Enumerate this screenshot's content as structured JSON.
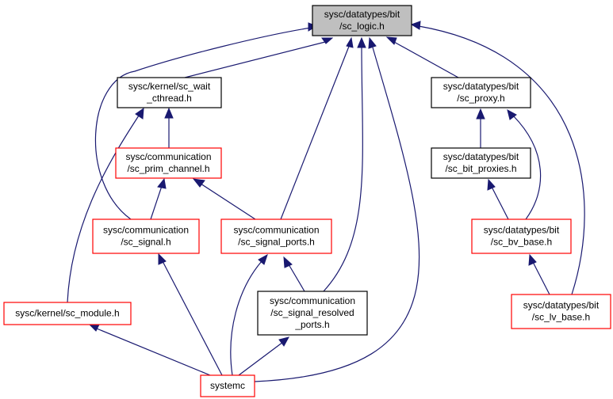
{
  "diagram": {
    "nodes": [
      {
        "id": "sc_logic",
        "lines": [
          "sysc/datatypes/bit",
          "/sc_logic.h"
        ],
        "style": "root"
      },
      {
        "id": "sc_wait_cthread",
        "lines": [
          "sysc/kernel/sc_wait",
          "_cthread.h"
        ],
        "style": "black"
      },
      {
        "id": "sc_proxy",
        "lines": [
          "sysc/datatypes/bit",
          "/sc_proxy.h"
        ],
        "style": "black"
      },
      {
        "id": "sc_prim_channel",
        "lines": [
          "sysc/communication",
          "/sc_prim_channel.h"
        ],
        "style": "red"
      },
      {
        "id": "sc_bit_proxies",
        "lines": [
          "sysc/datatypes/bit",
          "/sc_bit_proxies.h"
        ],
        "style": "black"
      },
      {
        "id": "sc_signal",
        "lines": [
          "sysc/communication",
          "/sc_signal.h"
        ],
        "style": "red"
      },
      {
        "id": "sc_signal_ports",
        "lines": [
          "sysc/communication",
          "/sc_signal_ports.h"
        ],
        "style": "red"
      },
      {
        "id": "sc_bv_base",
        "lines": [
          "sysc/datatypes/bit",
          "/sc_bv_base.h"
        ],
        "style": "red"
      },
      {
        "id": "sc_module",
        "lines": [
          "sysc/kernel/sc_module.h"
        ],
        "style": "red"
      },
      {
        "id": "sc_signal_resolved_ports",
        "lines": [
          "sysc/communication",
          "/sc_signal_resolved",
          "_ports.h"
        ],
        "style": "black"
      },
      {
        "id": "sc_lv_base",
        "lines": [
          "sysc/datatypes/bit",
          "/sc_lv_base.h"
        ],
        "style": "red"
      },
      {
        "id": "systemc",
        "lines": [
          "systemc"
        ],
        "style": "red"
      }
    ],
    "edges": [
      {
        "from": "sc_wait_cthread",
        "to": "sc_logic"
      },
      {
        "from": "sc_proxy",
        "to": "sc_logic"
      },
      {
        "from": "sc_signal",
        "to": "sc_logic"
      },
      {
        "from": "sc_signal_ports",
        "to": "sc_logic"
      },
      {
        "from": "sc_signal_resolved_ports",
        "to": "sc_logic"
      },
      {
        "from": "systemc",
        "to": "sc_logic"
      },
      {
        "from": "sc_lv_base",
        "to": "sc_logic"
      },
      {
        "from": "sc_prim_channel",
        "to": "sc_wait_cthread"
      },
      {
        "from": "sc_module",
        "to": "sc_wait_cthread"
      },
      {
        "from": "sc_signal",
        "to": "sc_prim_channel"
      },
      {
        "from": "sc_signal_ports",
        "to": "sc_prim_channel"
      },
      {
        "from": "systemc",
        "to": "sc_signal"
      },
      {
        "from": "sc_signal_resolved_ports",
        "to": "sc_signal_ports"
      },
      {
        "from": "systemc",
        "to": "sc_signal_ports"
      },
      {
        "from": "systemc",
        "to": "sc_module"
      },
      {
        "from": "systemc",
        "to": "sc_signal_resolved_ports"
      },
      {
        "from": "sc_bit_proxies",
        "to": "sc_proxy"
      },
      {
        "from": "sc_bv_base",
        "to": "sc_proxy"
      },
      {
        "from": "sc_bv_base",
        "to": "sc_bit_proxies"
      },
      {
        "from": "sc_lv_base",
        "to": "sc_bv_base"
      }
    ]
  }
}
